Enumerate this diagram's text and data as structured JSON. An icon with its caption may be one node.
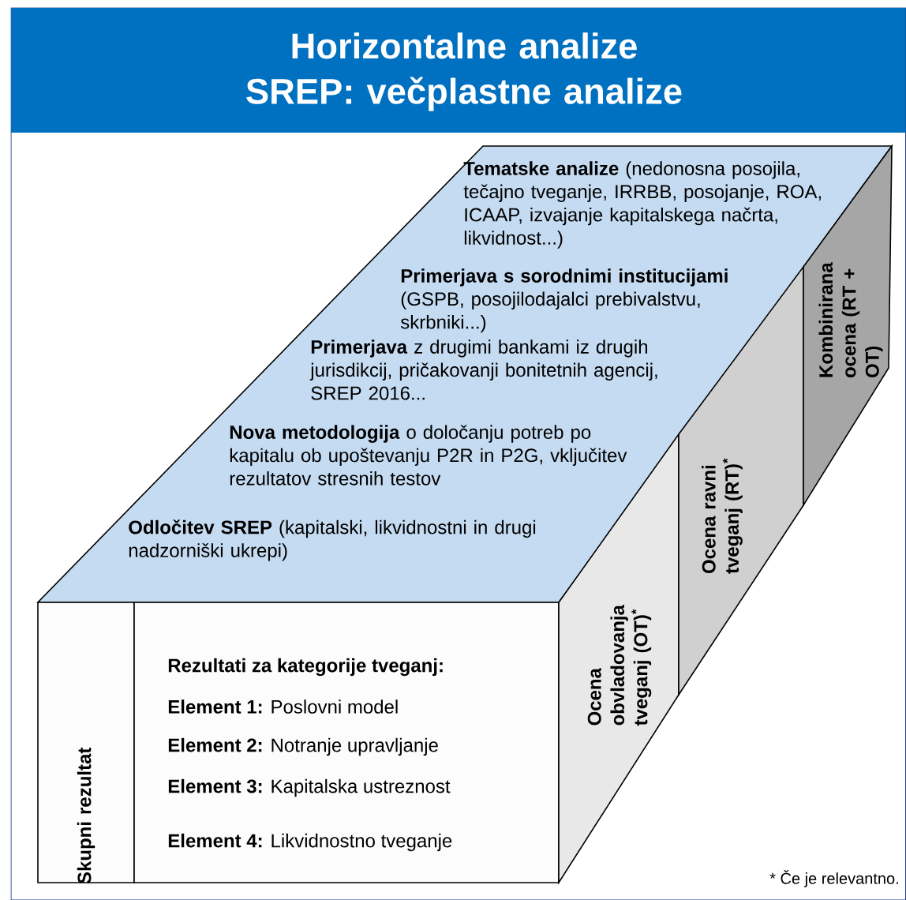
{
  "diagram": {
    "title": "Horizontalne analize SREP: večplastne analize",
    "nodes": [
      {
        "text": [
          "**Tematske analize** (nedonosna posojila, tečajno tveganje, IRRBB, posojanje, ROA, ICAAP, izvajanje kapitalskega načrta, likvidnost...)",
          "**Primerjava s sorodnimi institucijami** (GSPB, posojilodajalci prebivalstvu, skrbniki...)",
          "**Primerjava** z drugimi bankami iz drugih jurisdikcij, pričakovanji bonitetnih agencij, SREP 2016...",
          "**Nova metodologija** o določanju potreb po kapitalu ob upoštevanju P2R in P2G, vključitev rezultatov stresnih testov",
          "**Odločitev SREP** (kapitalski, likvidnostni in drugi nadzorniški ukrepi)"
        ]
      },
      {
        "text": [
          "Skupni rezultat"
        ]
      },
      {
        "text": [
          "Rezultati za kategorije tveganj:",
          "**Element 1:** Poslovni model",
          "**Element 2:** Notranje upravljanje",
          "**Element 3:** Kapitalska ustreznost",
          "**Element 4:** Likvidnostno  tveganje"
        ]
      },
      {
        "text": [
          "Ocena obvladovanja tveganj (OT)$^{*}$"
        ]
      },
      {
        "text": [
          "Ocena ravni tveganj (RT)$^{*}$"
        ]
      },
      {
        "text": [
          "Kombinirana ocena (RT + OT)"
        ]
      }
    ],
    "labels": [
      "* Če je relevantno."
    ]
  }
}
